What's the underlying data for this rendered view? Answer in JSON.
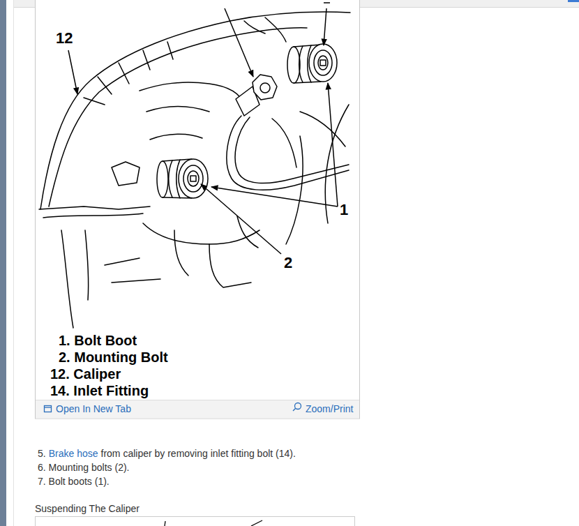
{
  "diagram": {
    "labels": [
      "12",
      "1",
      "2",
      "1. Bolt Boot",
      "2. Mounting Bolt",
      "12. Caliper",
      "14. Inlet Fitting",
      "Open In New Tab",
      "Zoom/Print",
      "5.",
      "Brake hose",
      "from caliper by removing inlet fitting bolt (14).",
      "6. Mounting bolts (2).",
      "7. Bolt boots (1).",
      "Suspending The Caliper"
    ]
  }
}
